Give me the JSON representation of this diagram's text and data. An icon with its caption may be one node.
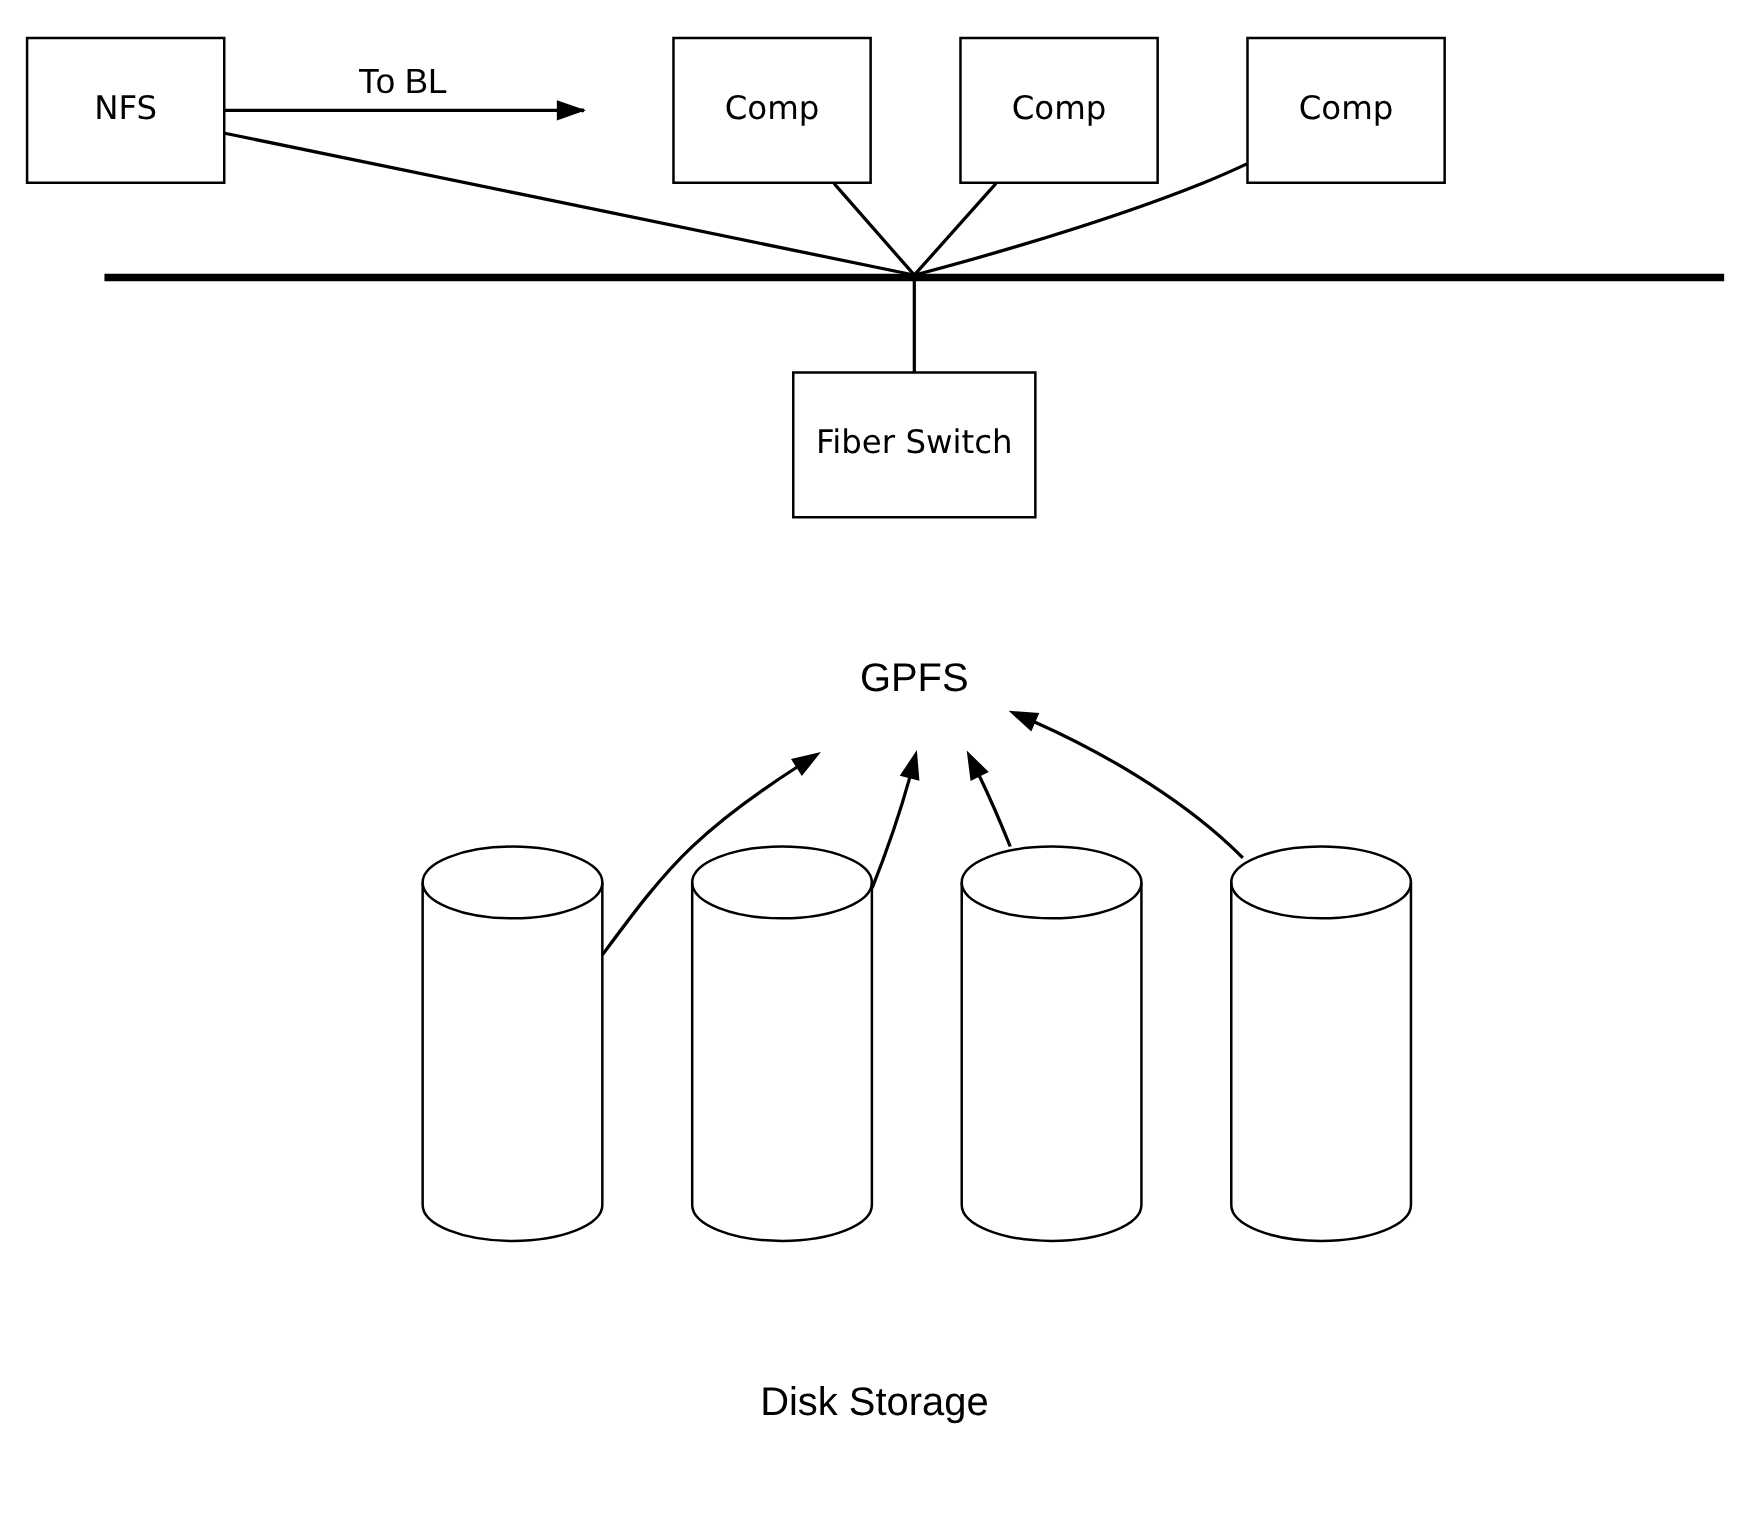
{
  "diagram": {
    "nodes": [
      {
        "text": [
          "NFS"
        ]
      },
      {
        "text": [
          "Comp"
        ]
      },
      {
        "text": [
          "Comp"
        ]
      },
      {
        "text": [
          "Comp"
        ]
      },
      {
        "text": [],
        "shape": "bar"
      },
      {
        "text": [
          "Fiber Switch"
        ]
      },
      {
        "text": [
          "GPFS"
        ]
      },
      {
        "text": [],
        "shape": "cylinder"
      },
      {
        "text": [],
        "shape": "cylinder"
      },
      {
        "text": [],
        "shape": "cylinder"
      },
      {
        "text": [],
        "shape": "cylinder"
      }
    ],
    "edges": [
      {
        "from": 0,
        "to": null,
        "arrow": "to",
        "label": "To BL"
      },
      {
        "from": 0,
        "to": 4,
        "arrow": "none"
      },
      {
        "from": 1,
        "to": 4,
        "arrow": "none"
      },
      {
        "from": 2,
        "to": 4,
        "arrow": "none"
      },
      {
        "from": 3,
        "to": 4,
        "arrow": "none"
      },
      {
        "from": 4,
        "to": 5,
        "arrow": "none"
      },
      {
        "from": 7,
        "to": 6,
        "arrow": "to"
      },
      {
        "from": 8,
        "to": 6,
        "arrow": "to"
      },
      {
        "from": 9,
        "to": 6,
        "arrow": "to"
      },
      {
        "from": 10,
        "to": 6,
        "arrow": "to"
      }
    ],
    "labels": [
      "Disk Storage"
    ]
  }
}
